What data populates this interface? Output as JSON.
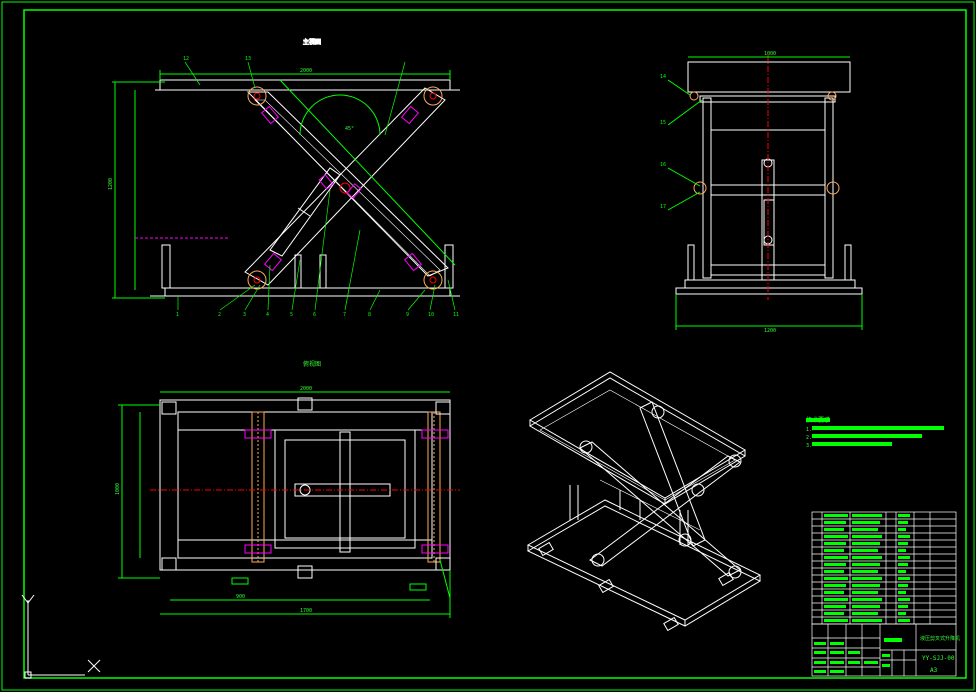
{
  "drawing_title": "液压剪叉式升降机",
  "drawing_number": "YY-SJJ-00",
  "sheet_size": "A3",
  "views": {
    "front_label": "主视图",
    "top_label": "俯视图"
  },
  "dimensions": {
    "front_width": "2000",
    "front_height": "1200",
    "front_angle": "45°",
    "side_width": "1000",
    "side_base": "1200",
    "top_width": "2000",
    "top_height": "1000",
    "top_inner": "900",
    "top_bottom": "1700"
  },
  "tech_requirements": {
    "heading": "技术要求",
    "items": [
      "1.",
      "2.",
      "3."
    ]
  },
  "balloons_front_bottom": [
    "1",
    "2",
    "3",
    "4",
    "5",
    "6",
    "7",
    "8",
    "9",
    "10",
    "11"
  ],
  "balloons_front_top": [
    "12",
    "13"
  ],
  "balloons_side": [
    "14",
    "15",
    "16",
    "17"
  ],
  "bom_rows": 16,
  "colors": {
    "frame": "#00ff00",
    "line": "#ffffff",
    "accent": "#ff00ff",
    "center": "#ff0000",
    "dim": "#00ff00",
    "part": "#ffaa55"
  }
}
